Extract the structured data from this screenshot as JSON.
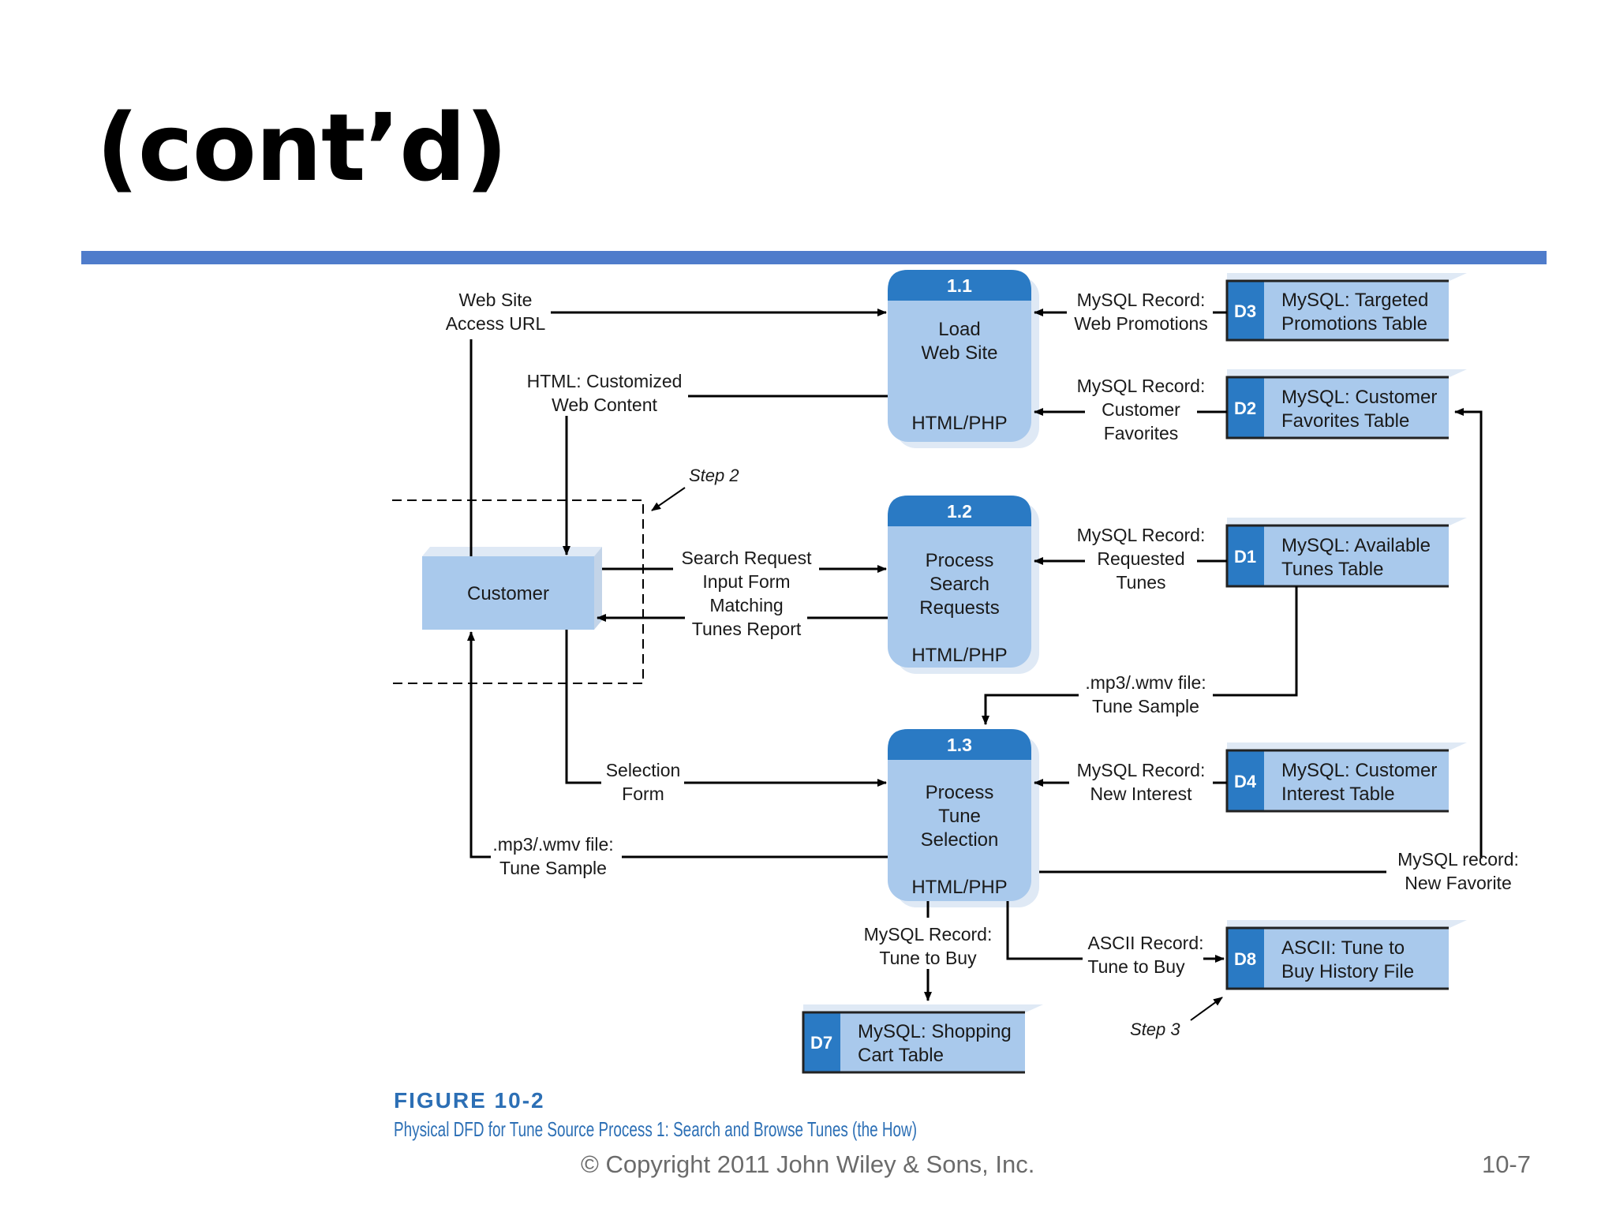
{
  "slide": {
    "title": "(cont’d)",
    "copyright": "© Copyright 2011 John Wiley & Sons, Inc.",
    "page_number": "10-7"
  },
  "figure": {
    "number": "FIGURE 10-2",
    "caption": "Physical DFD for Tune Source Process 1: Search and Browse Tunes (the How)"
  },
  "colors": {
    "accent_rule": "#4f7ccb",
    "box_fill": "#a9c9ec",
    "box_header": "#2a7ac4",
    "caption": "#2c6fb5"
  },
  "diagram": {
    "entity": {
      "label": "Customer"
    },
    "processes": [
      {
        "id": "1.1",
        "line1": "Load",
        "line2": "Web Site",
        "line3": "",
        "tech": "HTML/PHP"
      },
      {
        "id": "1.2",
        "line1": "Process",
        "line2": "Search",
        "line3": "Requests",
        "tech": "HTML/PHP"
      },
      {
        "id": "1.3",
        "line1": "Process",
        "line2": "Tune",
        "line3": "Selection",
        "tech": "HTML/PHP"
      }
    ],
    "stores": [
      {
        "id": "D3",
        "line1": "MySQL: Targeted",
        "line2": "Promotions Table"
      },
      {
        "id": "D2",
        "line1": "MySQL: Customer",
        "line2": "Favorites Table"
      },
      {
        "id": "D1",
        "line1": "MySQL: Available",
        "line2": "Tunes Table"
      },
      {
        "id": "D4",
        "line1": "MySQL: Customer",
        "line2": "Interest Table"
      },
      {
        "id": "D8",
        "line1": "ASCII: Tune to",
        "line2": "Buy History File"
      },
      {
        "id": "D7",
        "line1": "MySQL: Shopping",
        "line2": "Cart Table"
      }
    ],
    "flows": {
      "web_site_access": [
        "Web Site",
        "Access URL"
      ],
      "html_customized": [
        "HTML: Customized",
        "Web Content"
      ],
      "web_promotions": [
        "MySQL Record:",
        "Web Promotions"
      ],
      "customer_favorites": [
        "MySQL Record:",
        "Customer",
        "Favorites"
      ],
      "search_request": [
        "Search Request",
        "Input Form"
      ],
      "matching_tunes": [
        "Matching",
        "Tunes Report"
      ],
      "requested_tunes": [
        "MySQL Record:",
        "Requested",
        "Tunes"
      ],
      "tune_sample_in": [
        ".mp3/.wmv file:",
        "Tune Sample"
      ],
      "selection_form": [
        "Selection",
        "Form"
      ],
      "new_interest": [
        "MySQL Record:",
        "New Interest"
      ],
      "tune_sample_out": [
        ".mp3/.wmv file:",
        "Tune Sample"
      ],
      "new_favorite": [
        "MySQL record:",
        "New Favorite"
      ],
      "tune_to_buy_mysql": [
        "MySQL Record:",
        "Tune to Buy"
      ],
      "tune_to_buy_ascii": [
        "ASCII Record:",
        "Tune to Buy"
      ]
    },
    "steps": {
      "step2": "Step 2",
      "step3": "Step 3"
    }
  }
}
